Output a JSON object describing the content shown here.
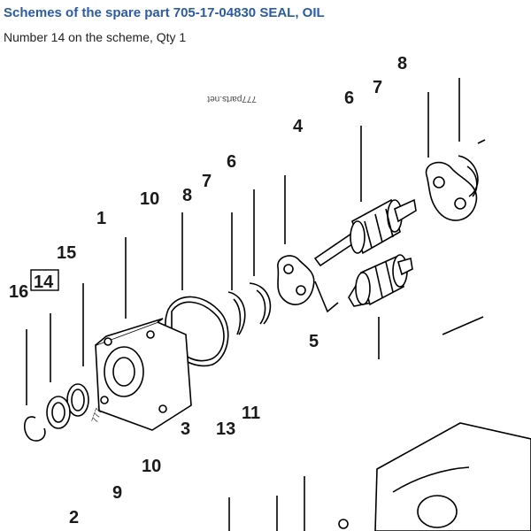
{
  "header": {
    "title": "Schemes of the spare part 705-17-04830 SEAL, OIL",
    "subtitle": "Number 14 on the scheme, Qty 1"
  },
  "diagram": {
    "highlighted": "14",
    "watermark": "777parts.net",
    "callouts": {
      "c8_top": "8",
      "c7_top": "7",
      "c6_top": "6",
      "c4": "4",
      "c6_mid": "6",
      "c7_mid": "7",
      "c10_top": "10",
      "c8_mid": "8",
      "c1": "1",
      "c15": "15",
      "c16": "16",
      "c14": "14",
      "c5": "5",
      "c11": "11",
      "c3": "3",
      "c13": "13",
      "c10_bottom": "10",
      "c9": "9",
      "c2": "2"
    }
  }
}
